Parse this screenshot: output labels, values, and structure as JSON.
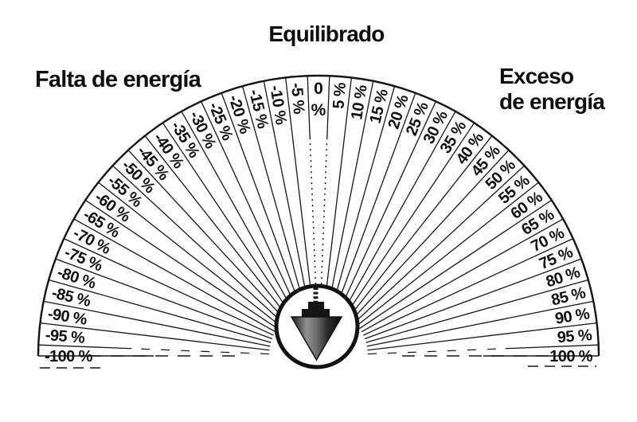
{
  "page": {
    "background": "#ffffff",
    "ink": "#161616"
  },
  "headings": {
    "top": "Equilibrado",
    "left": "Falta de energía",
    "right_line1": "Exceso",
    "right_line2": "de energía"
  },
  "chart_data": {
    "type": "radial-dial",
    "title": "Equilibrado",
    "unit": "%",
    "min": -100,
    "max": 100,
    "step": 5,
    "zone_labels": {
      "negative": "Falta de energía",
      "zero": "Equilibrado",
      "positive": "Exceso de energía"
    },
    "tick_values": [
      -100,
      -95,
      -90,
      -85,
      -80,
      -75,
      -70,
      -65,
      -60,
      -55,
      -50,
      -45,
      -40,
      -35,
      -30,
      -25,
      -20,
      -15,
      -10,
      -5,
      0,
      5,
      10,
      15,
      20,
      25,
      30,
      35,
      40,
      45,
      50,
      55,
      60,
      65,
      70,
      75,
      80,
      85,
      90,
      95,
      100
    ],
    "tick_labels": [
      "-100 %",
      "-95 %",
      "-90 %",
      "-85 %",
      "-80 %",
      "-75 %",
      "-70 %",
      "-65 %",
      "-60 %",
      "-55 %",
      "-50 %",
      "-45 %",
      "-40 %",
      "-35 %",
      "-30 %",
      "-25 %",
      "-20 %",
      "-15 %",
      "-10 %",
      "-5 %",
      "0 %",
      "5 %",
      "10 %",
      "15 %",
      "20 %",
      "25 %",
      "30 %",
      "35 %",
      "40 %",
      "45 %",
      "50 %",
      "55 %",
      "60 %",
      "65 %",
      "70 %",
      "75 %",
      "80 %",
      "85 %",
      "90 %",
      "95 %",
      "100 %"
    ],
    "zero_label_parts": [
      "0",
      "%"
    ],
    "sector_angle_deg": 4.5,
    "arc_span_deg": 180
  },
  "pendulum": {
    "icon": "plumb-bob-in-circle"
  }
}
